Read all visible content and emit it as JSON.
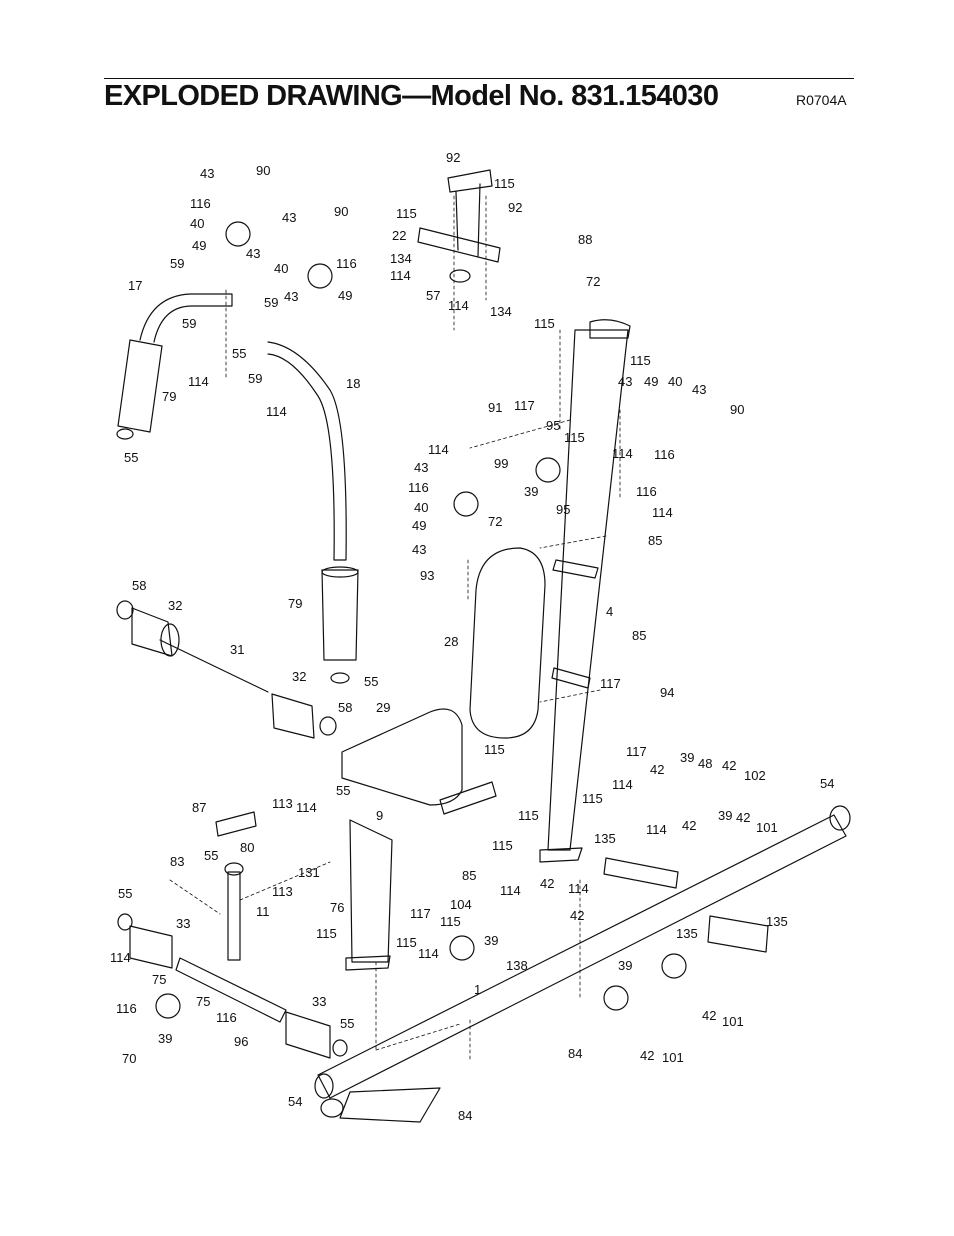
{
  "header": {
    "title": "EXPLODED DRAWING—Model No. 831.154030",
    "code": "R0704A"
  },
  "parts": [
    {
      "id": "p-90a",
      "label": "90"
    },
    {
      "id": "p-43a",
      "label": "43"
    },
    {
      "id": "p-116a",
      "label": "116"
    },
    {
      "id": "p-40a",
      "label": "40"
    },
    {
      "id": "p-49a",
      "label": "49"
    },
    {
      "id": "p-43b",
      "label": "43"
    },
    {
      "id": "p-59a",
      "label": "59"
    },
    {
      "id": "p-43c",
      "label": "43"
    },
    {
      "id": "p-90b",
      "label": "90"
    },
    {
      "id": "p-40b",
      "label": "40"
    },
    {
      "id": "p-116b",
      "label": "116"
    },
    {
      "id": "p-17",
      "label": "17"
    },
    {
      "id": "p-59b",
      "label": "59"
    },
    {
      "id": "p-43d",
      "label": "43"
    },
    {
      "id": "p-49b",
      "label": "49"
    },
    {
      "id": "p-59c",
      "label": "59"
    },
    {
      "id": "p-55a",
      "label": "55"
    },
    {
      "id": "p-114a",
      "label": "114"
    },
    {
      "id": "p-59d",
      "label": "59"
    },
    {
      "id": "p-18",
      "label": "18"
    },
    {
      "id": "p-79a",
      "label": "79"
    },
    {
      "id": "p-114b",
      "label": "114"
    },
    {
      "id": "p-55b",
      "label": "55"
    },
    {
      "id": "p-92a",
      "label": "92"
    },
    {
      "id": "p-115a",
      "label": "115"
    },
    {
      "id": "p-115b",
      "label": "115"
    },
    {
      "id": "p-92b",
      "label": "92"
    },
    {
      "id": "p-22",
      "label": "22"
    },
    {
      "id": "p-134a",
      "label": "134"
    },
    {
      "id": "p-114c",
      "label": "114"
    },
    {
      "id": "p-57",
      "label": "57"
    },
    {
      "id": "p-114d",
      "label": "114"
    },
    {
      "id": "p-134b",
      "label": "134"
    },
    {
      "id": "p-88",
      "label": "88"
    },
    {
      "id": "p-72a",
      "label": "72"
    },
    {
      "id": "p-115c",
      "label": "115"
    },
    {
      "id": "p-115d",
      "label": "115"
    },
    {
      "id": "p-43e",
      "label": "43"
    },
    {
      "id": "p-49c",
      "label": "49"
    },
    {
      "id": "p-40c",
      "label": "40"
    },
    {
      "id": "p-43f",
      "label": "43"
    },
    {
      "id": "p-91",
      "label": "91"
    },
    {
      "id": "p-117a",
      "label": "117"
    },
    {
      "id": "p-90c",
      "label": "90"
    },
    {
      "id": "p-95a",
      "label": "95"
    },
    {
      "id": "p-115e",
      "label": "115"
    },
    {
      "id": "p-114e",
      "label": "114"
    },
    {
      "id": "p-99",
      "label": "99"
    },
    {
      "id": "p-43g",
      "label": "43"
    },
    {
      "id": "p-114f",
      "label": "114"
    },
    {
      "id": "p-116c",
      "label": "116"
    },
    {
      "id": "p-116d",
      "label": "116"
    },
    {
      "id": "p-39a",
      "label": "39"
    },
    {
      "id": "p-40d",
      "label": "40"
    },
    {
      "id": "p-72b",
      "label": "72"
    },
    {
      "id": "p-95b",
      "label": "95"
    },
    {
      "id": "p-116e",
      "label": "116"
    },
    {
      "id": "p-114g",
      "label": "114"
    },
    {
      "id": "p-49d",
      "label": "49"
    },
    {
      "id": "p-43h",
      "label": "43"
    },
    {
      "id": "p-85a",
      "label": "85"
    },
    {
      "id": "p-93",
      "label": "93"
    },
    {
      "id": "p-58a",
      "label": "58"
    },
    {
      "id": "p-32a",
      "label": "32"
    },
    {
      "id": "p-79b",
      "label": "79"
    },
    {
      "id": "p-4",
      "label": "4"
    },
    {
      "id": "p-28",
      "label": "28"
    },
    {
      "id": "p-85b",
      "label": "85"
    },
    {
      "id": "p-31",
      "label": "31"
    },
    {
      "id": "p-32b",
      "label": "32"
    },
    {
      "id": "p-55c",
      "label": "55"
    },
    {
      "id": "p-117b",
      "label": "117"
    },
    {
      "id": "p-94",
      "label": "94"
    },
    {
      "id": "p-58b",
      "label": "58"
    },
    {
      "id": "p-29",
      "label": "29"
    },
    {
      "id": "p-117c",
      "label": "117"
    },
    {
      "id": "p-115f",
      "label": "115"
    },
    {
      "id": "p-39b",
      "label": "39"
    },
    {
      "id": "p-48",
      "label": "48"
    },
    {
      "id": "p-42a",
      "label": "42"
    },
    {
      "id": "p-42b",
      "label": "42"
    },
    {
      "id": "p-102",
      "label": "102"
    },
    {
      "id": "p-54a",
      "label": "54"
    },
    {
      "id": "p-55d",
      "label": "55"
    },
    {
      "id": "p-114h",
      "label": "114"
    },
    {
      "id": "p-87",
      "label": "87"
    },
    {
      "id": "p-113a",
      "label": "113"
    },
    {
      "id": "p-114i",
      "label": "114"
    },
    {
      "id": "p-115g",
      "label": "115"
    },
    {
      "id": "p-9",
      "label": "9"
    },
    {
      "id": "p-115h",
      "label": "115"
    },
    {
      "id": "p-114j",
      "label": "114"
    },
    {
      "id": "p-42c",
      "label": "42"
    },
    {
      "id": "p-39c",
      "label": "39"
    },
    {
      "id": "p-42d",
      "label": "42"
    },
    {
      "id": "p-101a",
      "label": "101"
    },
    {
      "id": "p-80",
      "label": "80"
    },
    {
      "id": "p-115i",
      "label": "115"
    },
    {
      "id": "p-135a",
      "label": "135"
    },
    {
      "id": "p-83",
      "label": "83"
    },
    {
      "id": "p-55e",
      "label": "55"
    },
    {
      "id": "p-85c",
      "label": "85"
    },
    {
      "id": "p-131",
      "label": "131"
    },
    {
      "id": "p-113b",
      "label": "113"
    },
    {
      "id": "p-114k",
      "label": "114"
    },
    {
      "id": "p-42e",
      "label": "42"
    },
    {
      "id": "p-114l",
      "label": "114"
    },
    {
      "id": "p-104",
      "label": "104"
    },
    {
      "id": "p-55f",
      "label": "55"
    },
    {
      "id": "p-76",
      "label": "76"
    },
    {
      "id": "p-117d",
      "label": "117"
    },
    {
      "id": "p-115j",
      "label": "115"
    },
    {
      "id": "p-11",
      "label": "11"
    },
    {
      "id": "p-42f",
      "label": "42"
    },
    {
      "id": "p-33a",
      "label": "33"
    },
    {
      "id": "p-135b",
      "label": "135"
    },
    {
      "id": "p-135c",
      "label": "135"
    },
    {
      "id": "p-115k",
      "label": "115"
    },
    {
      "id": "p-115l",
      "label": "115"
    },
    {
      "id": "p-39d",
      "label": "39"
    },
    {
      "id": "p-114m",
      "label": "114"
    },
    {
      "id": "p-138",
      "label": "138"
    },
    {
      "id": "p-114n",
      "label": "114"
    },
    {
      "id": "p-75a",
      "label": "75"
    },
    {
      "id": "p-39e",
      "label": "39"
    },
    {
      "id": "p-1",
      "label": "1"
    },
    {
      "id": "p-116f",
      "label": "116"
    },
    {
      "id": "p-75b",
      "label": "75"
    },
    {
      "id": "p-33b",
      "label": "33"
    },
    {
      "id": "p-55g",
      "label": "55"
    },
    {
      "id": "p-116g",
      "label": "116"
    },
    {
      "id": "p-42g",
      "label": "42"
    },
    {
      "id": "p-101b",
      "label": "101"
    },
    {
      "id": "p-39f",
      "label": "39"
    },
    {
      "id": "p-96",
      "label": "96"
    },
    {
      "id": "p-70",
      "label": "70"
    },
    {
      "id": "p-84a",
      "label": "84"
    },
    {
      "id": "p-42h",
      "label": "42"
    },
    {
      "id": "p-101c",
      "label": "101"
    },
    {
      "id": "p-54b",
      "label": "54"
    },
    {
      "id": "p-84b",
      "label": "84"
    }
  ]
}
